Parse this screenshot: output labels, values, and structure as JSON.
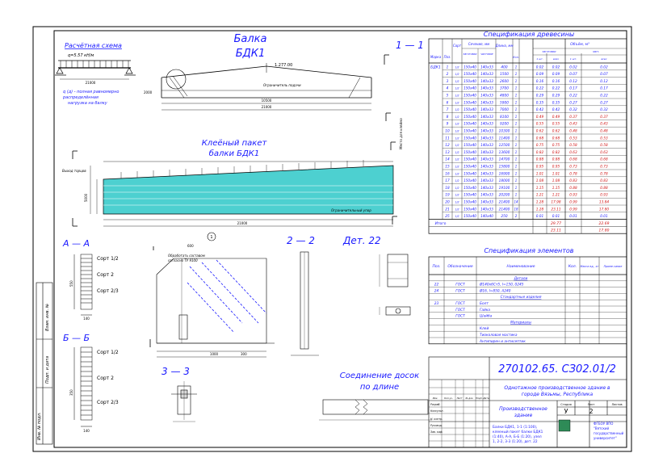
{
  "beam": {
    "title_line1": "Балка",
    "title_line2": "БДК1",
    "calc_scheme_label": "Расчётная схема",
    "load_formula": "q=5.57 кН/м",
    "span_label": "21000",
    "q_note_line1": "q (д) - полная равномерно",
    "q_note_line2": "распределённая",
    "q_note_line3": "нагрузка на балку",
    "elevation_label": "1.277.00",
    "ridge_note": "Ограничитель подачи",
    "length_total": "21000",
    "length_half": "10500",
    "dim_2000": "2000"
  },
  "section_labels": {
    "s11": "1 — 1",
    "aa": "А — А",
    "bb": "Б — Б",
    "s22": "2 — 2",
    "s33": "3 — 3",
    "det22": "Дет. 22",
    "det_circle": "1"
  },
  "glued_pack": {
    "title_line1": "Клеёный пакет",
    "title_line2": "балки БДК1",
    "side_note": "Выход торцов",
    "right_note": "Место для клейма",
    "dim_bottom": "21000",
    "dim_left": "5000",
    "limiter": "Ограничительный упор"
  },
  "section_aa": {
    "sorts": [
      "Сорт 1/2",
      "Сорт 2",
      "Сорт 2/3"
    ],
    "width": "140",
    "height": "550"
  },
  "section_bb": {
    "sorts": [
      "Сорт 1/2",
      "Сорт 2",
      "Сорт 2/3"
    ],
    "width": "140",
    "height": "350"
  },
  "joint": {
    "title_line1": "Соединение досок",
    "title_line2": "по длине"
  },
  "detail": {
    "note_line1": "Обработать составом",
    "note_line2": "согласно ТУ 9100",
    "dim_600": "600",
    "dim_300": "300",
    "dim_1000": "1000"
  },
  "spec_wood": {
    "title": "Спецификация древесины",
    "headers": {
      "mark": "Марка",
      "pos": "Поз.",
      "sort": "Сорт",
      "section": "Сечение, мм",
      "section_sub1": "заготовки",
      "section_sub2": "чистовое",
      "length": "Длина, мм",
      "qty": "Кол.",
      "volume": "Объём, м³",
      "vol_sub1": "заготовки",
      "vol_sub2": "чист.",
      "vol_one": "1 шт.",
      "vol_all": "всех"
    },
    "mark_value": "БДК1",
    "rows": [
      {
        "pos": "1",
        "sort": "1/2",
        "s1": "150х40",
        "s2": "140х33",
        "len": "400",
        "qty": "1",
        "v1": "0.02",
        "v2": "0.02",
        "v3": "0.02",
        "v4": "0.02"
      },
      {
        "pos": "2",
        "sort": "1/2",
        "s1": "150х40",
        "s2": "140х33",
        "len": "1500",
        "qty": "1",
        "v1": "0.09",
        "v2": "0.09",
        "v3": "0.07",
        "v4": "0.07"
      },
      {
        "pos": "3",
        "sort": "1/2",
        "s1": "150х40",
        "s2": "140х33",
        "len": "2600",
        "qty": "1",
        "v1": "0.16",
        "v2": "0.16",
        "v3": "0.12",
        "v4": "0.12"
      },
      {
        "pos": "4",
        "sort": "1/2",
        "s1": "150х40",
        "s2": "140х33",
        "len": "3700",
        "qty": "1",
        "v1": "0.22",
        "v2": "0.22",
        "v3": "0.17",
        "v4": "0.17"
      },
      {
        "pos": "5",
        "sort": "1/2",
        "s1": "150х40",
        "s2": "140х33",
        "len": "4800",
        "qty": "1",
        "v1": "0.29",
        "v2": "0.29",
        "v3": "0.22",
        "v4": "0.22"
      },
      {
        "pos": "6",
        "sort": "1/2",
        "s1": "150х40",
        "s2": "140х33",
        "len": "5900",
        "qty": "1",
        "v1": "0.35",
        "v2": "0.35",
        "v3": "0.27",
        "v4": "0.27"
      },
      {
        "pos": "7",
        "sort": "1/2",
        "s1": "150х40",
        "s2": "140х33",
        "len": "7000",
        "qty": "1",
        "v1": "0.42",
        "v2": "0.42",
        "v3": "0.32",
        "v4": "0.32"
      },
      {
        "pos": "8",
        "sort": "1/2",
        "s1": "150х40",
        "s2": "140х33",
        "len": "8100",
        "qty": "1",
        "v1": "0.49",
        "v2": "0.49",
        "v3": "0.37",
        "v4": "0.37"
      },
      {
        "pos": "9",
        "sort": "1/2",
        "s1": "150х40",
        "s2": "140х33",
        "len": "9200",
        "qty": "1",
        "v1": "0.55",
        "v2": "0.55",
        "v3": "0.43",
        "v4": "0.43"
      },
      {
        "pos": "10",
        "sort": "1/2",
        "s1": "150х40",
        "s2": "140х33",
        "len": "10300",
        "qty": "1",
        "v1": "0.62",
        "v2": "0.62",
        "v3": "0.48",
        "v4": "0.48"
      },
      {
        "pos": "11",
        "sort": "1/2",
        "s1": "150х40",
        "s2": "140х33",
        "len": "11400",
        "qty": "1",
        "v1": "0.68",
        "v2": "0.68",
        "v3": "0.53",
        "v4": "0.53"
      },
      {
        "pos": "12",
        "sort": "1/2",
        "s1": "150х40",
        "s2": "140х33",
        "len": "12500",
        "qty": "1",
        "v1": "0.75",
        "v2": "0.75",
        "v3": "0.58",
        "v4": "0.58"
      },
      {
        "pos": "13",
        "sort": "1/2",
        "s1": "150х40",
        "s2": "140х33",
        "len": "13600",
        "qty": "1",
        "v1": "0.82",
        "v2": "0.82",
        "v3": "0.63",
        "v4": "0.63"
      },
      {
        "pos": "14",
        "sort": "1/2",
        "s1": "150х40",
        "s2": "140х33",
        "len": "14700",
        "qty": "1",
        "v1": "0.88",
        "v2": "0.88",
        "v3": "0.68",
        "v4": "0.68"
      },
      {
        "pos": "15",
        "sort": "1/2",
        "s1": "150х40",
        "s2": "140х33",
        "len": "15800",
        "qty": "1",
        "v1": "0.95",
        "v2": "0.95",
        "v3": "0.73",
        "v4": "0.73"
      },
      {
        "pos": "16",
        "sort": "1/2",
        "s1": "150х40",
        "s2": "140х33",
        "len": "16900",
        "qty": "1",
        "v1": "1.01",
        "v2": "1.01",
        "v3": "0.78",
        "v4": "0.78"
      },
      {
        "pos": "17",
        "sort": "1/2",
        "s1": "150х40",
        "s2": "140х33",
        "len": "18000",
        "qty": "1",
        "v1": "1.08",
        "v2": "1.08",
        "v3": "0.83",
        "v4": "0.83"
      },
      {
        "pos": "18",
        "sort": "1/2",
        "s1": "150х40",
        "s2": "140х33",
        "len": "19100",
        "qty": "1",
        "v1": "1.15",
        "v2": "1.15",
        "v3": "0.88",
        "v4": "0.88"
      },
      {
        "pos": "19",
        "sort": "1/2",
        "s1": "150х40",
        "s2": "140х33",
        "len": "20200",
        "qty": "1",
        "v1": "1.21",
        "v2": "1.21",
        "v3": "0.93",
        "v4": "0.93"
      },
      {
        "pos": "20",
        "sort": "1/2",
        "s1": "150х40",
        "s2": "140х33",
        "len": "21400",
        "qty": "14",
        "v1": "1.28",
        "v2": "17.98",
        "v3": "0.99",
        "v4": "13.84"
      },
      {
        "pos": "21",
        "sort": "1/2",
        "s1": "150х40",
        "s2": "140х33",
        "len": "21400",
        "qty": "18",
        "v1": "1.28",
        "v2": "23.11",
        "v3": "0.99",
        "v4": "17.80"
      },
      {
        "pos": "25",
        "sort": "1/2",
        "s1": "150х40",
        "s2": "140х40",
        "len": "250",
        "qty": "2",
        "v1": "0.01",
        "v2": "0.01",
        "v3": "0.01",
        "v4": "0.01"
      }
    ],
    "total_label": "Итого",
    "total1_a": "29.77",
    "total1_b": "22.69",
    "total2_a": "23.11",
    "total2_b": "17.80"
  },
  "spec_elements": {
    "title": "Спецификация элементов",
    "headers": [
      "Поз.",
      "Обозначение",
      "Наименование",
      "Кол.",
      "Масса ед., кг",
      "Приме-чание"
    ],
    "rows": [
      {
        "pos": "",
        "code": "",
        "name": "Детали",
        "qty": "",
        "section": true
      },
      {
        "pos": "22",
        "code": "ГОСТ",
        "name": "Ø140х6Ст5, l=150, 0245",
        "qty": "",
        "section": false
      },
      {
        "pos": "24",
        "code": "ГОСТ",
        "name": "Ø16, l=850, А240",
        "qty": "",
        "section": false
      },
      {
        "pos": "",
        "code": "",
        "name": "Стандартные изделия",
        "qty": "",
        "section": true
      },
      {
        "pos": "23",
        "code": "ГОСТ",
        "name": "Болт",
        "qty": "",
        "section": false
      },
      {
        "pos": "",
        "code": "ГОСТ",
        "name": "Гайка",
        "qty": "",
        "section": false
      },
      {
        "pos": "",
        "code": "ГОСТ",
        "name": "Шайба",
        "qty": "",
        "section": false
      },
      {
        "pos": "",
        "code": "",
        "name": "Материалы",
        "qty": "",
        "section": true
      },
      {
        "pos": "",
        "code": "",
        "name": "Клей",
        "qty": "",
        "section": false
      },
      {
        "pos": "",
        "code": "",
        "name": "Тиоколовая мастика",
        "qty": "",
        "section": false
      },
      {
        "pos": "",
        "code": "",
        "name": "Антипирен и антисептик",
        "qty": "",
        "section": false
      }
    ]
  },
  "title_block": {
    "doc_code": "270102.65. СЗ02.01/2",
    "project_line1": "Однотажное производственное здание в",
    "project_line2": "городе Вязьмы, Республика",
    "sheet_name_line1": "Производственное",
    "sheet_name_line2": "здание",
    "stage_header": "Стадия",
    "sheet_header": "Лист",
    "sheets_header": "Листов",
    "stage": "У",
    "sheet": "2",
    "drawing_line1": "Балки БДК1, 1-1 (1:100),",
    "drawing_line2": "клееный пакет балки БДК1",
    "drawing_line3": "(1:40), А-А, Б-Б (1:20), узел",
    "drawing_line4": "1, 2-2, 3-3 (1:20), дет. 22",
    "org_line1": "ФГБОУ ВПО",
    "org_line2": "\"Вятский",
    "org_line3": "государственный",
    "org_line4": "университет\"",
    "col_headers": [
      "Изм.",
      "Кол.уч.",
      "Лист",
      "№ док.",
      "Подп.",
      "Дата"
    ],
    "roles": [
      "Разраб.",
      "Консульт.",
      "Н. контр.",
      "Руковод.",
      "Зав. каф."
    ]
  },
  "side_stamp": {
    "text1": "Инв. № подл.",
    "text2": "Подп. и дата",
    "text3": "Взам. инв. №"
  }
}
